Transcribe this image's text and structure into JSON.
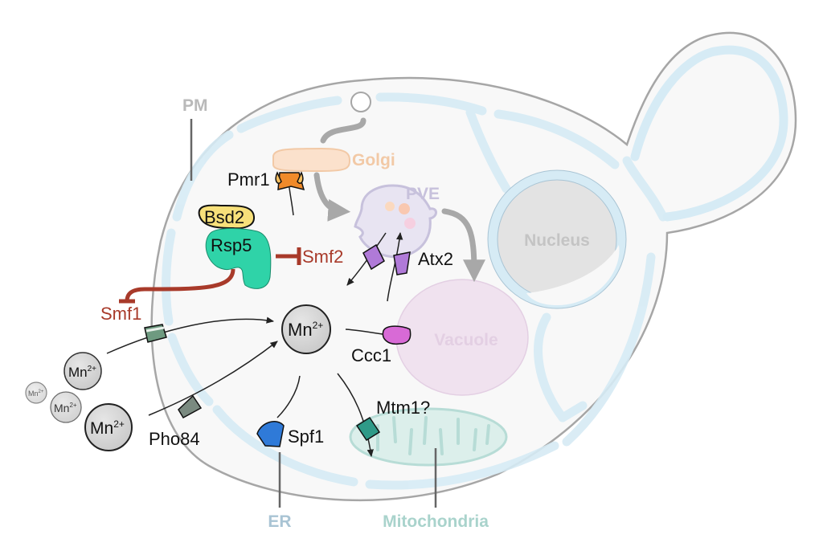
{
  "title": "Manganese transport in yeast cell",
  "organelles": {
    "pm": {
      "label": "PM",
      "color": "#b9b9b9"
    },
    "golgi": {
      "label": "Golgi",
      "color": "#f2c9a6"
    },
    "pve": {
      "label": "PVE",
      "color": "#c7c1dc"
    },
    "nucleus": {
      "label": "Nucleus",
      "color": "#c4c4c4"
    },
    "vacuole": {
      "label": "Vacuole",
      "color": "#e3cfe3"
    },
    "er": {
      "label": "ER",
      "color": "#a9c4d4"
    },
    "mitochondria": {
      "label": "Mitochondria",
      "color": "#a9d3cc"
    }
  },
  "proteins": {
    "pmr1": {
      "label": "Pmr1",
      "color": "#f08a2a"
    },
    "bsd2": {
      "label": "Bsd2",
      "color": "#f7e07a"
    },
    "rsp5": {
      "label": "Rsp5",
      "color": "#2fd3a8"
    },
    "smf2": {
      "label": "Smf2",
      "color": "#a86ad6"
    },
    "atx2": {
      "label": "Atx2",
      "color": "#a86ad6"
    },
    "smf1": {
      "label": "Smf1",
      "color": "#6e9a80"
    },
    "pho84": {
      "label": "Pho84",
      "color": "#7a8a80"
    },
    "ccc1": {
      "label": "Ccc1",
      "color": "#d86ad6"
    },
    "spf1": {
      "label": "Spf1",
      "color": "#2f7ad8"
    },
    "mtm1": {
      "label": "Mtm1?",
      "color": "#2f9a88"
    }
  },
  "ions": {
    "base": "Mn",
    "charge": "2+",
    "count_visible": 5
  },
  "inhibition_color": "#a83a2a"
}
